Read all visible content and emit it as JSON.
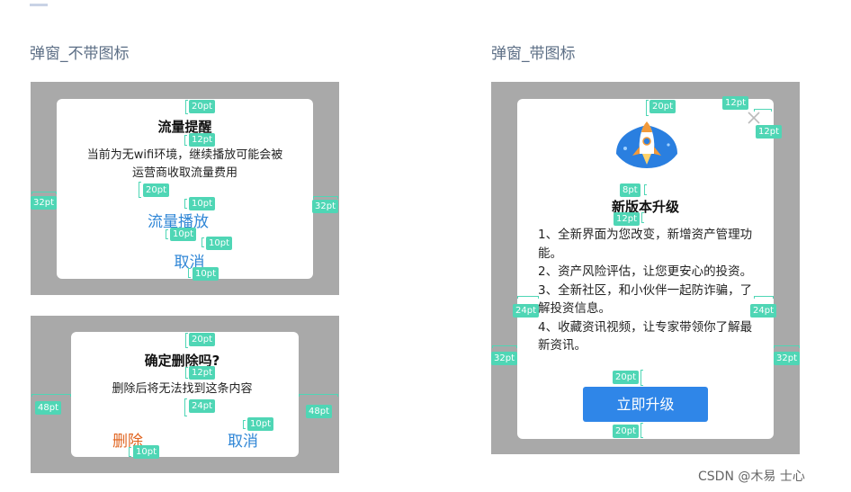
{
  "left_section_title": "弹窗_不带图标",
  "right_section_title": "弹窗_带图标",
  "dialog1": {
    "title": "流量提醒",
    "body_line1": "当前为无wifi环境，继续播放可能会被",
    "body_line2": "运营商收取流量费用",
    "primary_action": "流量播放",
    "secondary_action": "取消"
  },
  "dialog2": {
    "title": "确定删除吗?",
    "body": "删除后将无法找到这条内容",
    "destructive_action": "删除",
    "cancel_action": "取消"
  },
  "dialog3": {
    "title": "新版本升级",
    "items": [
      "1、全新界面为您改变，新增资产管理功能。",
      "2、资产风险评估，让您更安心的投资。",
      "3、全新社区，和小伙伴一起防诈骗，了解投资信息。",
      "4、收藏资讯视频，让专家带领你了解最新资讯。"
    ],
    "button": "立即升级"
  },
  "spec": {
    "s20pt": "20pt",
    "s12pt": "12pt",
    "s10pt": "10pt",
    "s32pt": "32pt",
    "s24pt": "24pt",
    "s48pt": "48pt",
    "s8pt": "8pt"
  },
  "colors": {
    "accent_blue": "#2f86d6",
    "destructive_orange": "#e0641f",
    "spec_tag": "#4fd6b5",
    "backdrop_gray": "#a9a9a9"
  },
  "watermark": "CSDN @木易 士心"
}
